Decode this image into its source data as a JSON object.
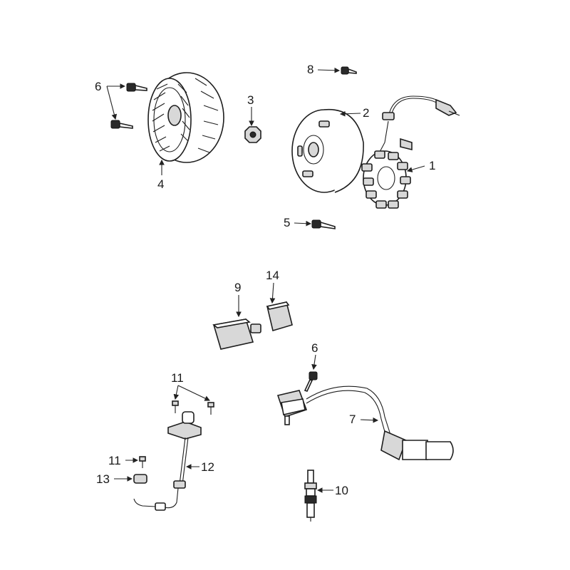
{
  "diagram": {
    "callouts": [
      {
        "id": "c1",
        "label": "1"
      },
      {
        "id": "c2",
        "label": "2"
      },
      {
        "id": "c3",
        "label": "3"
      },
      {
        "id": "c4",
        "label": "4"
      },
      {
        "id": "c5",
        "label": "5"
      },
      {
        "id": "c6a",
        "label": "6"
      },
      {
        "id": "c6b",
        "label": "6"
      },
      {
        "id": "c7",
        "label": "7"
      },
      {
        "id": "c8",
        "label": "8"
      },
      {
        "id": "c9",
        "label": "9"
      },
      {
        "id": "c10",
        "label": "10"
      },
      {
        "id": "c11a",
        "label": "11"
      },
      {
        "id": "c11b",
        "label": "11"
      },
      {
        "id": "c12",
        "label": "12"
      },
      {
        "id": "c13",
        "label": "13"
      },
      {
        "id": "c14",
        "label": "14"
      }
    ]
  },
  "colors": {
    "line": "#222222",
    "background": "#ffffff",
    "fill": "#d8d8d8"
  }
}
